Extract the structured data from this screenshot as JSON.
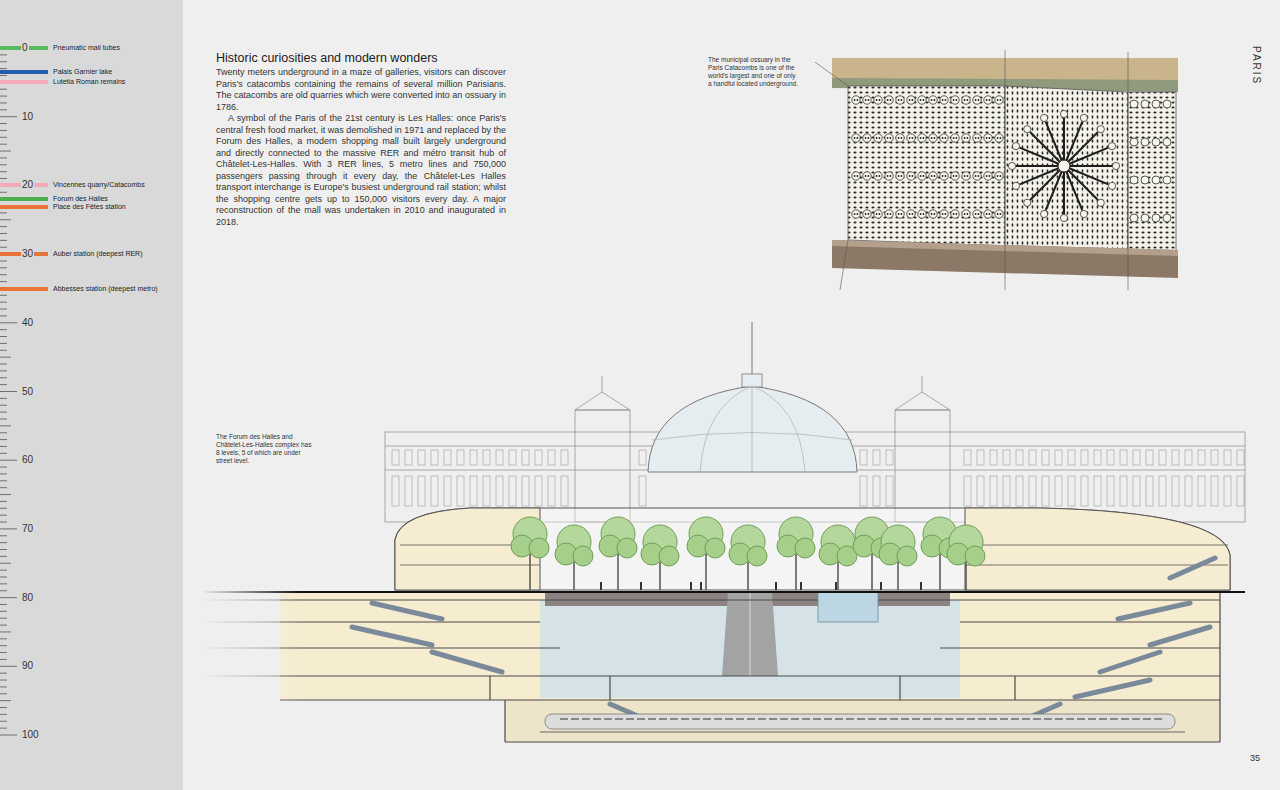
{
  "diagram": {
    "title": "Historic curiosities and modern wonders",
    "labels": [
      "PARIS",
      "Twenty meters underground in a maze of galleries, visitors can discover Paris's catacombs containing the remains of several million Parisians. The catacombs are old quarries which were converted into an ossuary in 1786.",
      "A symbol of the Paris of the 21st century is Les Halles: once Paris's central fresh food market, it was demolished in 1971 and replaced by the Forum des Halles, a modern shopping mall built largely underground and directly connected to the massive RER and métro transit hub of Châtelet-Les-Halles. With 3 RER lines, 5 metro lines and 750,000 passengers passing through it every day, the Châtelet-Les Halles transport interchange is Europe's busiest underground rail station; whilst the shopping centre gets up to 150,000 visitors every day. A major reconstruction of the mall was undertaken in 2010 and inaugurated in 2018.",
      "The municipal ossuary in the Paris Catacombs is one of the world's largest and one of only a handful located underground.",
      "The Forum des Halles and Châtelet-Les-Halles complex has 8 levels, 5 of which are under street level.",
      "35",
      "0",
      "10",
      "20",
      "30",
      "40",
      "50",
      "60",
      "70",
      "80",
      "90",
      "100"
    ],
    "legend": [
      {
        "text": "Pneumatic mail tubes",
        "color": "#5cb85c"
      },
      {
        "text": "Palais Garnier lake",
        "color": "#1f5fa8"
      },
      {
        "text": "Lutetia Roman remains",
        "color": "#f4a8b8"
      },
      {
        "text": "Vincennes quarry/Catacombs",
        "color": "#f4a8b8"
      },
      {
        "text": "Forum des Halles",
        "color": "#4caf50"
      },
      {
        "text": "Place des Fêtes station",
        "color": "#e8743b"
      },
      {
        "text": "Auber station (deepest RER)",
        "color": "#e8743b"
      },
      {
        "text": "Abbesses station (deepest metro)",
        "color": "#e8743b"
      }
    ]
  }
}
